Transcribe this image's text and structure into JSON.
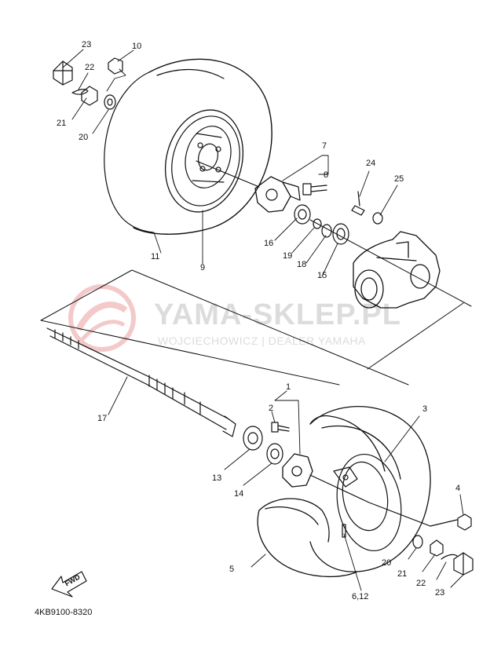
{
  "watermark": {
    "title": "YAMA-SKLEP.PL",
    "subtitle": "WOJCIECHOWICZ | DEALER YAMAHA",
    "logo_color": "#f3c9c9",
    "text_color": "#dcdcdc"
  },
  "diagram_code": "4KB9100-8320",
  "fwd_label": "FWD",
  "callouts": {
    "c23_top": "23",
    "c10": "10",
    "c22_top": "22",
    "c21_top": "21",
    "c20_top": "20",
    "c7": "7",
    "c8": "8",
    "c24": "24",
    "c25": "25",
    "c16": "16",
    "c19": "19",
    "c18": "18",
    "c15": "15",
    "c11": "11",
    "c9": "9",
    "c17": "17",
    "c1": "1",
    "c2": "2",
    "c3": "3",
    "c13": "13",
    "c14": "14",
    "c4": "4",
    "c5": "5",
    "c20_bot": "20",
    "c21_bot": "21",
    "c22_bot": "22",
    "c23_bot": "23",
    "c6_12": "6,12"
  }
}
